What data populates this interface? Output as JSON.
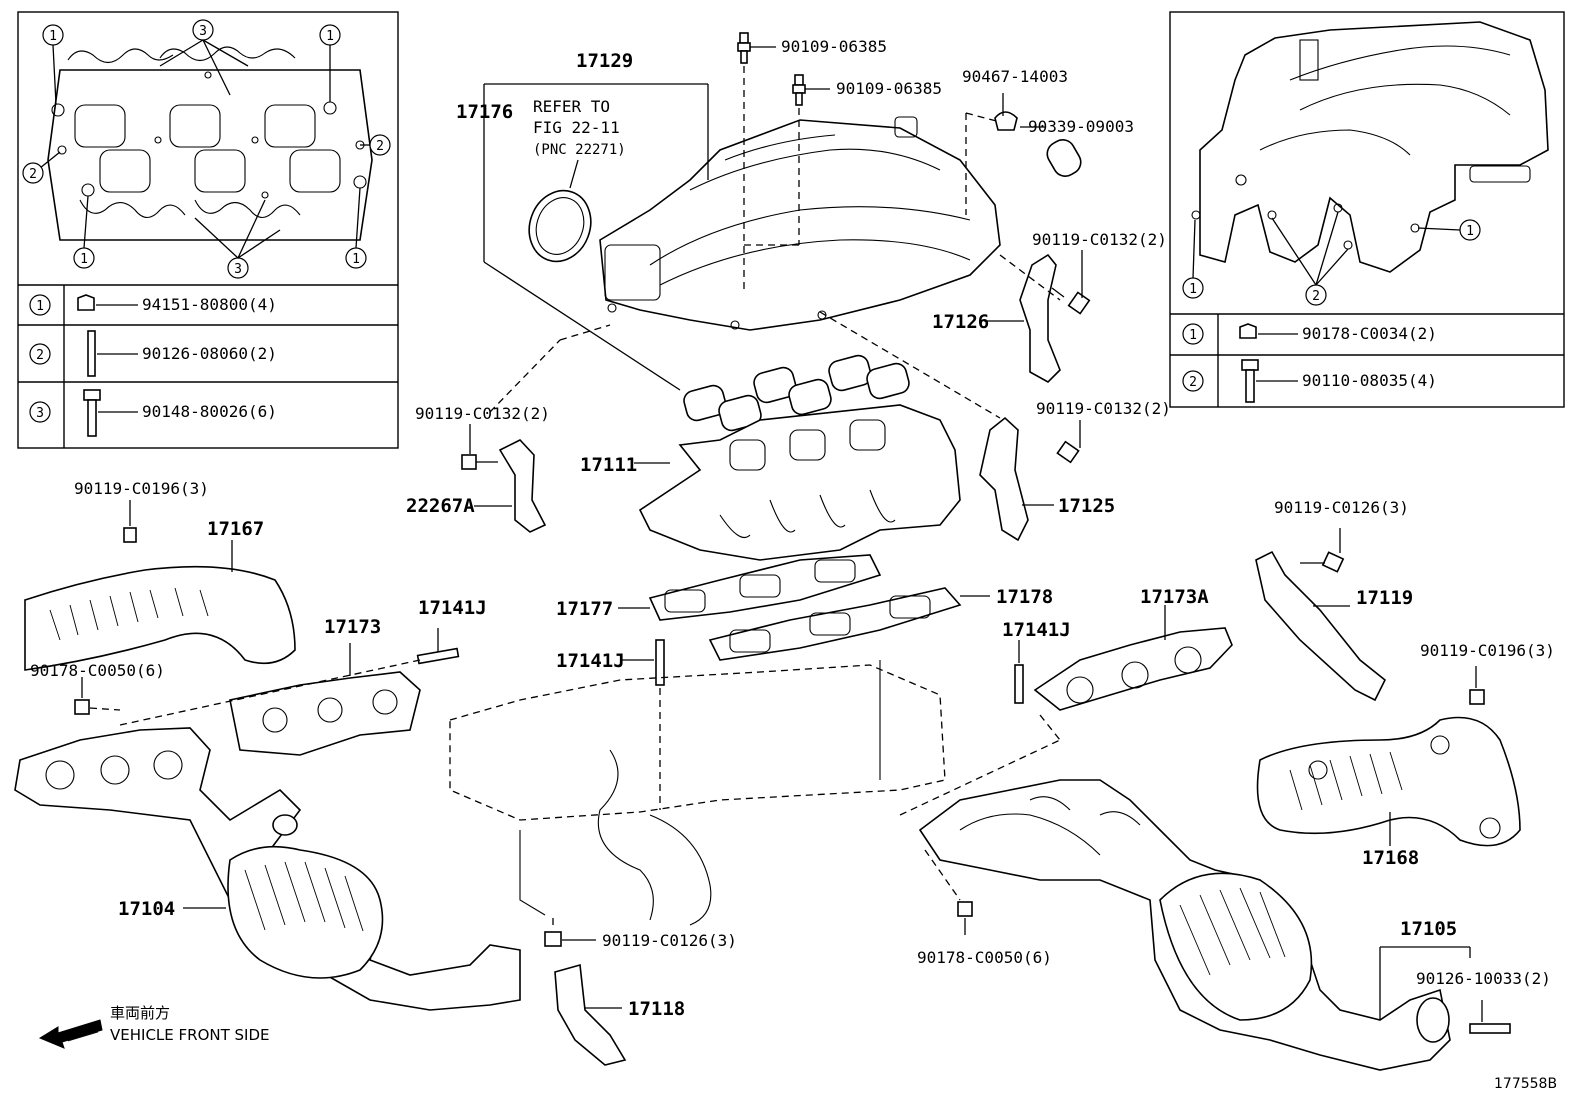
{
  "diagram": {
    "figure_code": "177558B",
    "front_side_ja": "車両前方",
    "front_side_en": "VEHICLE FRONT SIDE",
    "refer_note": [
      "REFER TO",
      "FIG 22-11",
      "(PNC 22271)"
    ],
    "left_inset": {
      "callouts": [
        "1",
        "3",
        "1",
        "2",
        "2",
        "1",
        "3",
        "1"
      ],
      "legend": [
        {
          "num": "1",
          "part": "94151-80800(4)"
        },
        {
          "num": "2",
          "part": "90126-08060(2)"
        },
        {
          "num": "3",
          "part": "90148-80026(6)"
        }
      ]
    },
    "right_inset": {
      "callouts": [
        "1",
        "1",
        "2"
      ],
      "legend": [
        {
          "num": "1",
          "part": "90178-C0034(2)"
        },
        {
          "num": "2",
          "part": "90110-08035(4)"
        }
      ]
    },
    "labels": {
      "p17129": "17129",
      "p17176": "17176",
      "p90109a": "90109-06385",
      "p90109b": "90109-06385",
      "p90467": "90467-14003",
      "p90339": "90339-09003",
      "p90119_c0132_a": "90119-C0132(2)",
      "p17126": "17126",
      "p90119_c0132_b": "90119-C0132(2)",
      "p90119_c0132_c": "90119-C0132(2)",
      "p17111": "17111",
      "p22267A": "22267A",
      "p17125": "17125",
      "p90119_c0196_a": "90119-C0196(3)",
      "p17167": "17167",
      "p17173": "17173",
      "p17141J_a": "17141J",
      "p17177": "17177",
      "p17178": "17178",
      "p17141J_b": "17141J",
      "p90178_c0050_a": "90178-C0050(6)",
      "p17173A": "17173A",
      "p17141J_c": "17141J",
      "p90119_c0126_a": "90119-C0126(3)",
      "p17119": "17119",
      "p90119_c0196_b": "90119-C0196(3)",
      "p17104": "17104",
      "p90119_c0126_b": "90119-C0126(3)",
      "p17118": "17118",
      "p90178_c0050_b": "90178-C0050(6)",
      "p17168": "17168",
      "p17105": "17105",
      "p90126_10033": "90126-10033(2)"
    }
  }
}
